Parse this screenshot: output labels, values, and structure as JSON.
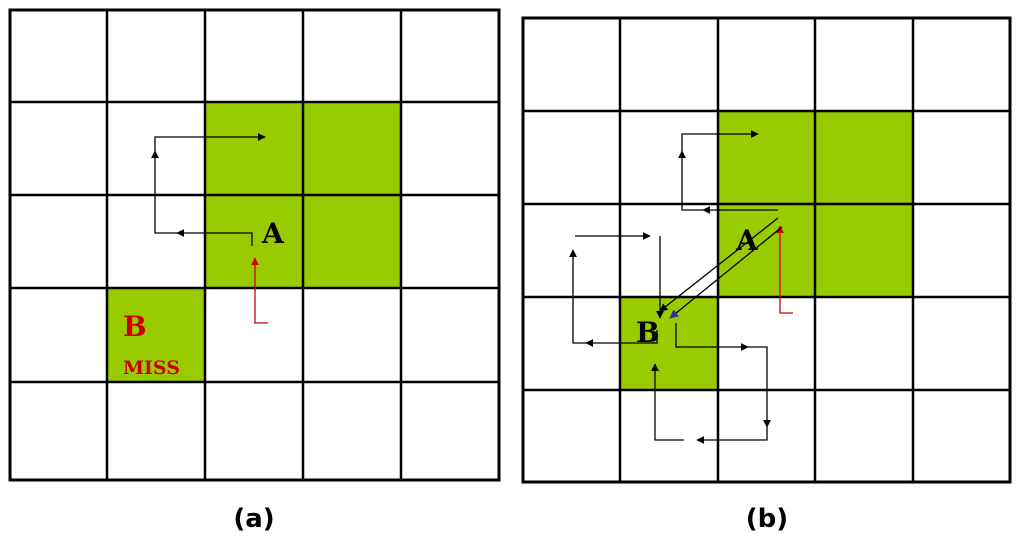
{
  "panels": [
    {
      "id": "a",
      "caption": "(a)",
      "label_a": "A",
      "label_b": "B",
      "miss_text": "MISS"
    },
    {
      "id": "b",
      "caption": "(b)",
      "label_a": "A",
      "label_b": "B"
    }
  ],
  "colors": {
    "cell_fill": "#99cc00",
    "path_black": "#000000",
    "path_red": "#cc0000",
    "arrow_blue": "#333399",
    "miss_label": "#cc0000"
  }
}
